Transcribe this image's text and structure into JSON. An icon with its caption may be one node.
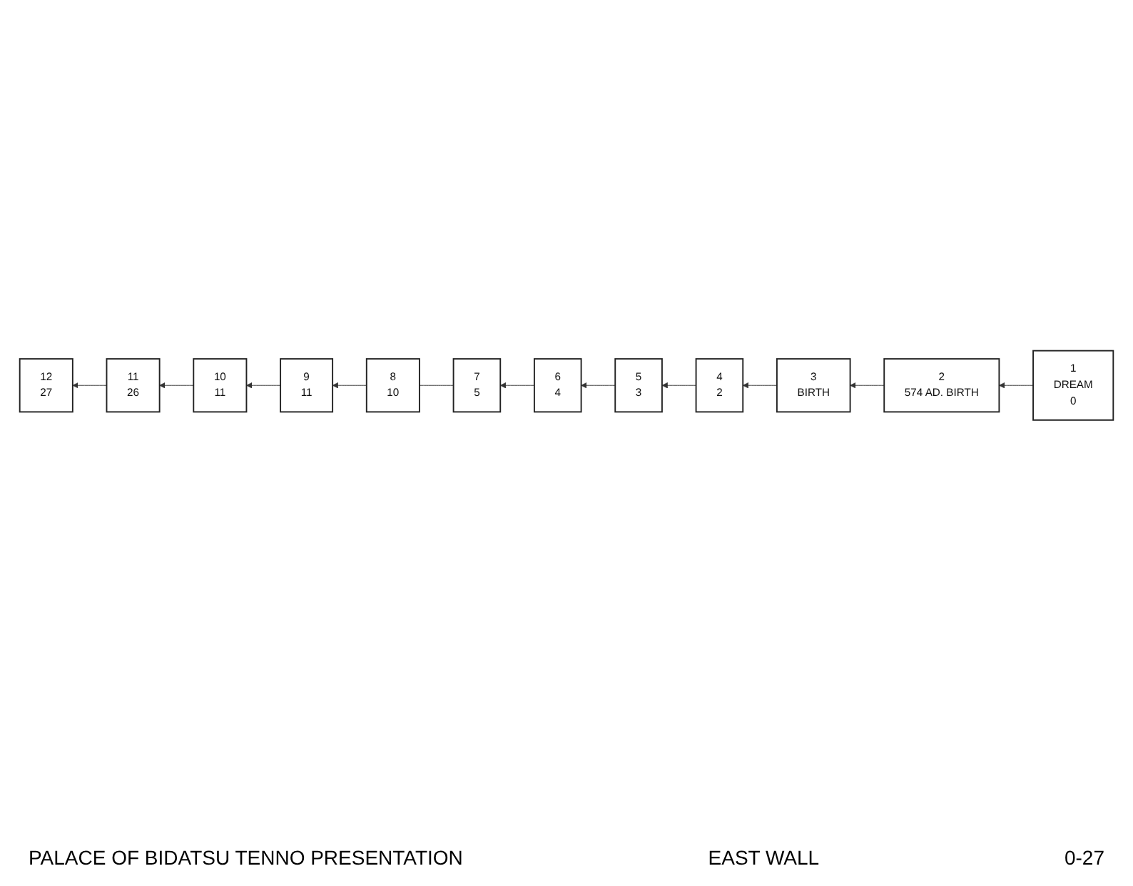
{
  "diagram": {
    "nodes": [
      {
        "text": [
          "1",
          "DREAM",
          "0"
        ]
      },
      {
        "text": [
          "2",
          "574 AD. BIRTH"
        ]
      },
      {
        "text": [
          "3",
          "BIRTH"
        ]
      },
      {
        "text": [
          "4",
          "2"
        ]
      },
      {
        "text": [
          "5",
          "3"
        ]
      },
      {
        "text": [
          "6",
          "4"
        ]
      },
      {
        "text": [
          "7",
          "5"
        ]
      },
      {
        "text": [
          "8",
          "10"
        ]
      },
      {
        "text": [
          "9",
          "11"
        ]
      },
      {
        "text": [
          "10",
          "11"
        ]
      },
      {
        "text": [
          "11",
          "26"
        ]
      },
      {
        "text": [
          "12",
          "27"
        ]
      }
    ],
    "edges": [
      {
        "from": 0,
        "to": 1,
        "arrow": "to"
      },
      {
        "from": 1,
        "to": 2,
        "arrow": "to"
      },
      {
        "from": 2,
        "to": 3,
        "arrow": "to"
      },
      {
        "from": 3,
        "to": 4,
        "arrow": "to"
      },
      {
        "from": 4,
        "to": 5,
        "arrow": "to"
      },
      {
        "from": 5,
        "to": 6,
        "arrow": "to"
      },
      {
        "from": 6,
        "to": 7,
        "arrow": "none"
      },
      {
        "from": 7,
        "to": 8,
        "arrow": "to"
      },
      {
        "from": 8,
        "to": 9,
        "arrow": "to"
      },
      {
        "from": 9,
        "to": 10,
        "arrow": "to"
      },
      {
        "from": 10,
        "to": 11,
        "arrow": "to"
      }
    ],
    "labels": [
      "PALACE OF BIDATSU TENNO PRESENTATION",
      "EAST WALL",
      "0-27"
    ]
  }
}
